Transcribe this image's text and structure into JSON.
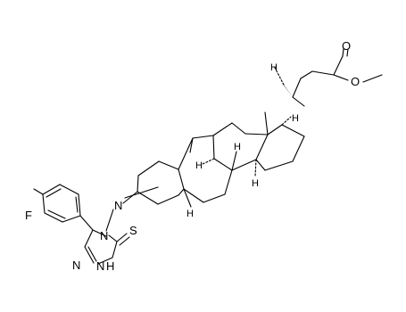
{
  "structure": {
    "atoms": {
      "fluorine": "F",
      "nitrogen_imine": "N",
      "nitrogen_ring_4": "N",
      "nitrogen_ring_1": "N",
      "nitrogen_ring_2": "N",
      "nh_group": "H",
      "thione_sulfur": "S",
      "carbonyl_oxygen": "O",
      "ester_oxygen": "O"
    },
    "hydrogens": {
      "c5": "H",
      "c8": "H",
      "c9": "H",
      "c14": "H",
      "c17": "H",
      "c20": "H"
    }
  },
  "colors": {
    "bond": "#000000",
    "background": "#ffffff"
  }
}
